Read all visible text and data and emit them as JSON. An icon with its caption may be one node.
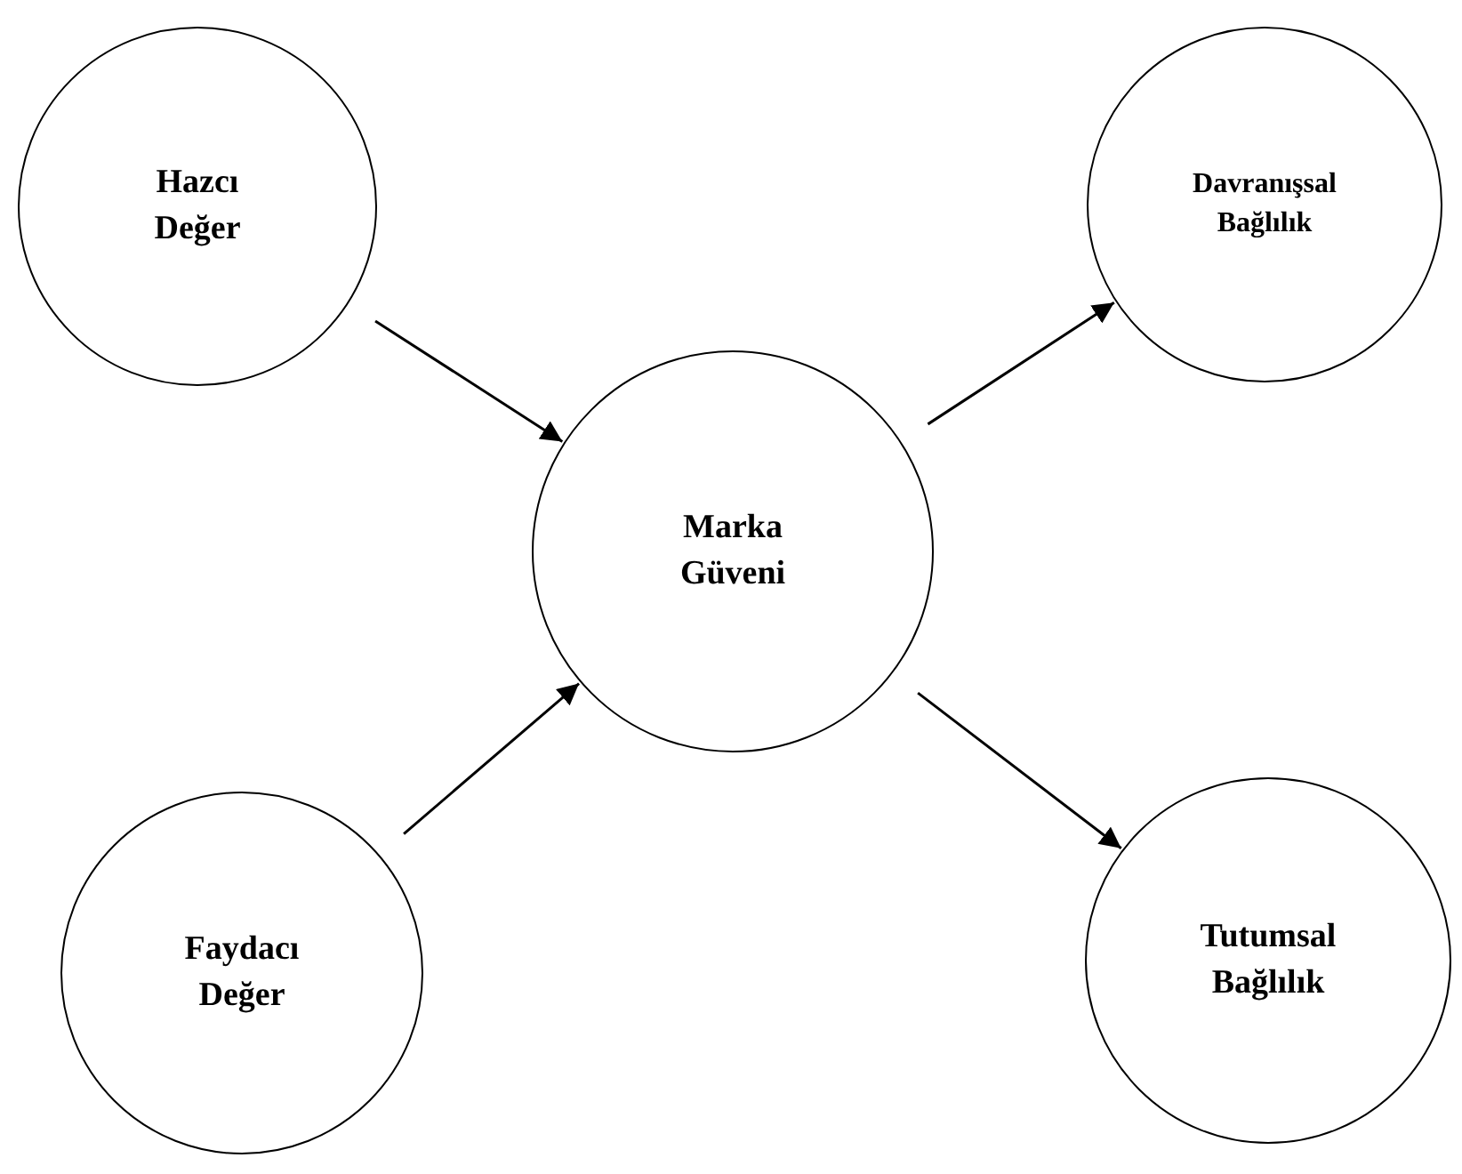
{
  "diagram": {
    "nodes": [
      {
        "text": [
          "Hazcı Değer"
        ]
      },
      {
        "text": [
          "Davranışsal Bağlılık"
        ]
      },
      {
        "text": [
          "Marka Güveni"
        ]
      },
      {
        "text": [
          "Faydacı Değer"
        ]
      },
      {
        "text": [
          "Tutumsal Bağlılık"
        ]
      }
    ],
    "edges": [
      {
        "from": 0,
        "to": 2,
        "arrow": "to"
      },
      {
        "from": 3,
        "to": 2,
        "arrow": "to"
      },
      {
        "from": 2,
        "to": 1,
        "arrow": "to"
      },
      {
        "from": 2,
        "to": 4,
        "arrow": "to"
      }
    ]
  }
}
